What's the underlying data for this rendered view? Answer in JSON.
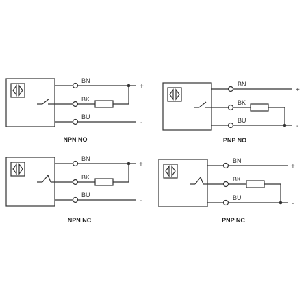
{
  "diagrams": [
    {
      "caption": "NPN NO",
      "contact": "normally-open",
      "wires": [
        {
          "label": "BN",
          "sign": "+"
        },
        {
          "label": "BK",
          "sign": ""
        },
        {
          "label": "BU",
          "sign": "-"
        }
      ],
      "load_connects": [
        "BK",
        "BN"
      ]
    },
    {
      "caption": "PNP NO",
      "contact": "normally-open",
      "wires": [
        {
          "label": "BN",
          "sign": "+"
        },
        {
          "label": "BK",
          "sign": ""
        },
        {
          "label": "BU",
          "sign": "-"
        }
      ],
      "load_connects": [
        "BK",
        "BU"
      ]
    },
    {
      "caption": "NPN NC",
      "contact": "normally-closed",
      "wires": [
        {
          "label": "BN",
          "sign": "+"
        },
        {
          "label": "BK",
          "sign": ""
        },
        {
          "label": "BU",
          "sign": "-"
        }
      ],
      "load_connects": [
        "BK",
        "BN"
      ]
    },
    {
      "caption": "PNP NC",
      "contact": "normally-closed",
      "wires": [
        {
          "label": "BN",
          "sign": "+"
        },
        {
          "label": "BK",
          "sign": ""
        },
        {
          "label": "BU",
          "sign": "-"
        }
      ],
      "load_connects": [
        "BK",
        "BU"
      ]
    }
  ]
}
